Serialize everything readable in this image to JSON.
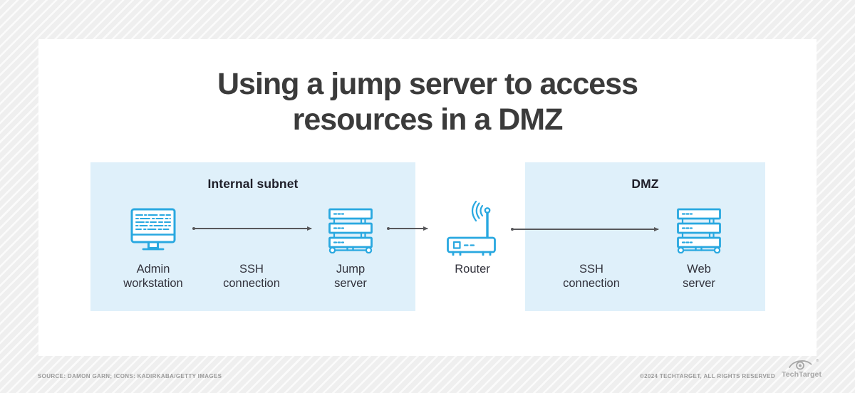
{
  "title": {
    "line1": "Using a jump server to access",
    "line2": "resources in a DMZ"
  },
  "zones": {
    "internal": {
      "label": "Internal subnet"
    },
    "dmz": {
      "label": "DMZ"
    }
  },
  "nodes": [
    {
      "id": "admin-workstation",
      "icon": "workstation-icon",
      "lines": [
        "Admin",
        "workstation"
      ]
    },
    {
      "id": "ssh-connection-internal",
      "icon": "arrow-right-icon",
      "lines": [
        "SSH",
        "connection"
      ]
    },
    {
      "id": "jump-server",
      "icon": "server-rack-icon",
      "lines": [
        "Jump",
        "server"
      ]
    },
    {
      "id": "router",
      "icon": "wireless-router-icon",
      "lines": [
        "Router"
      ]
    },
    {
      "id": "ssh-connection-dmz",
      "icon": "arrow-right-icon",
      "lines": [
        "SSH",
        "connection"
      ]
    },
    {
      "id": "web-server",
      "icon": "server-rack-icon",
      "lines": [
        "Web",
        "server"
      ]
    }
  ],
  "footer": {
    "source": "SOURCE: DAMON GARN; ICONS: KADIRKABA/GETTY IMAGES",
    "copyright": "©2024 TECHTARGET, ALL RIGHTS RESERVED",
    "brand": "TechTarget",
    "reg_mark": "®"
  },
  "colors": {
    "icon_blue": "#29a8e0",
    "zone_background": "#dff0fa",
    "arrow_gray": "#58585b",
    "title_gray": "#3b3b3b",
    "label_gray": "#32323c",
    "footer_gray": "#9b9b9b"
  }
}
